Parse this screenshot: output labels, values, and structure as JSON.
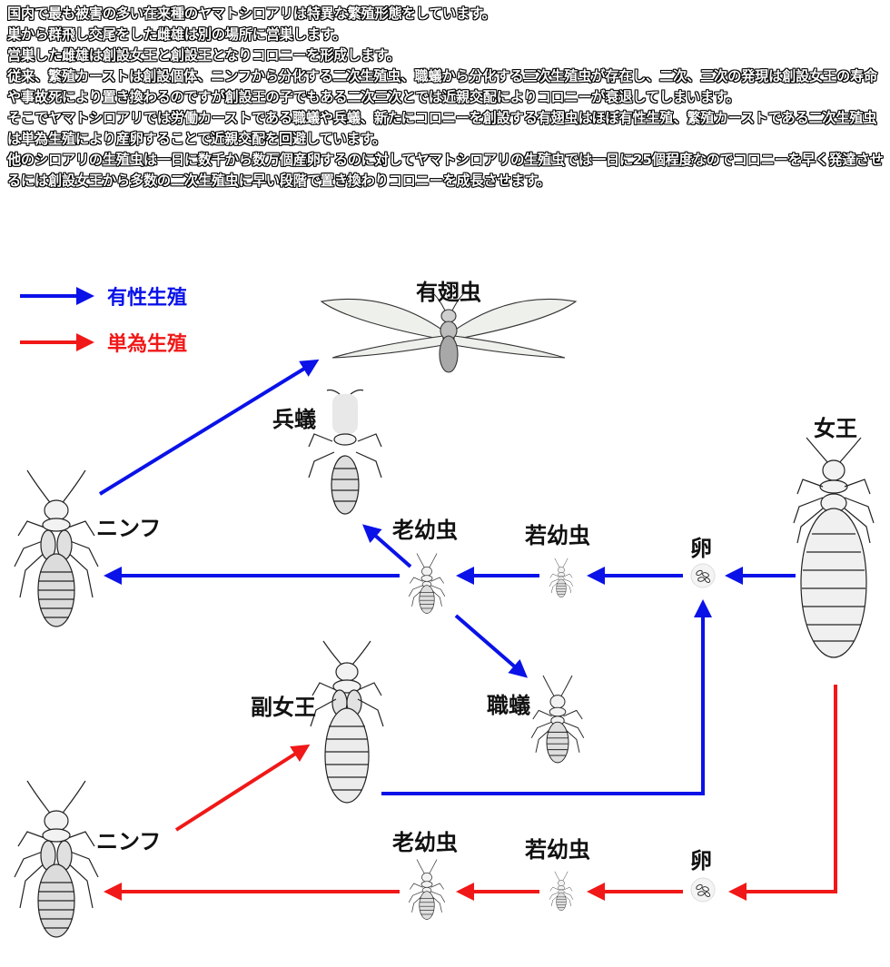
{
  "intro": {
    "lines": [
      "国内で最も被害の多い在来種のヤマトシロアリは特異な繁殖形態をしています。",
      "巣から群飛し交尾をした雌雄は別の場所に営巣します。",
      "営巣した雌雄は創設女王と創設王となりコロニーを形成します。",
      "従来、繁殖カーストは創設個体、ニンフから分化する二次生殖虫、職蟻から分化する三次生殖虫が存在し、二次、三次の発現は創設女王の寿命や事故死により置き換わるのですが創設王の子でもある二次三次とでは近親交配によりコロニーが衰退してしまいます。",
      "そこでヤマトシロアリでは労働カーストである職蟻や兵蟻、新たにコロニーを創設する有翅虫はほぼ有性生殖、繁殖カーストである二次生殖虫は単為生殖により産卵することで近親交配を回避しています。",
      "他のシロアリの生殖虫は一日に数千から数万個産卵するのに対してヤマトシロアリの生殖虫では一日に25個程度なのでコロニーを早く発達させるには創設女王から多数の二次生殖虫に早い段階で置き換わりコロニーを成長させます。"
    ]
  },
  "legend": {
    "sexual": "有性生殖",
    "parthenogenesis": "単為生殖"
  },
  "labels": {
    "alate": "有翅虫",
    "soldier": "兵蟻",
    "queen": "女王",
    "nymph_top": "ニンフ",
    "old_larva_top": "老幼虫",
    "young_larva_top": "若幼虫",
    "egg_top": "卵",
    "worker": "職蟻",
    "secondary_queen": "副女王",
    "nymph_bottom": "ニンフ",
    "old_larva_bottom": "老幼虫",
    "young_larva_bottom": "若幼虫",
    "egg_bottom": "卵"
  },
  "colors": {
    "sexual": "#0a12e8",
    "parthenogenesis": "#f01818"
  }
}
